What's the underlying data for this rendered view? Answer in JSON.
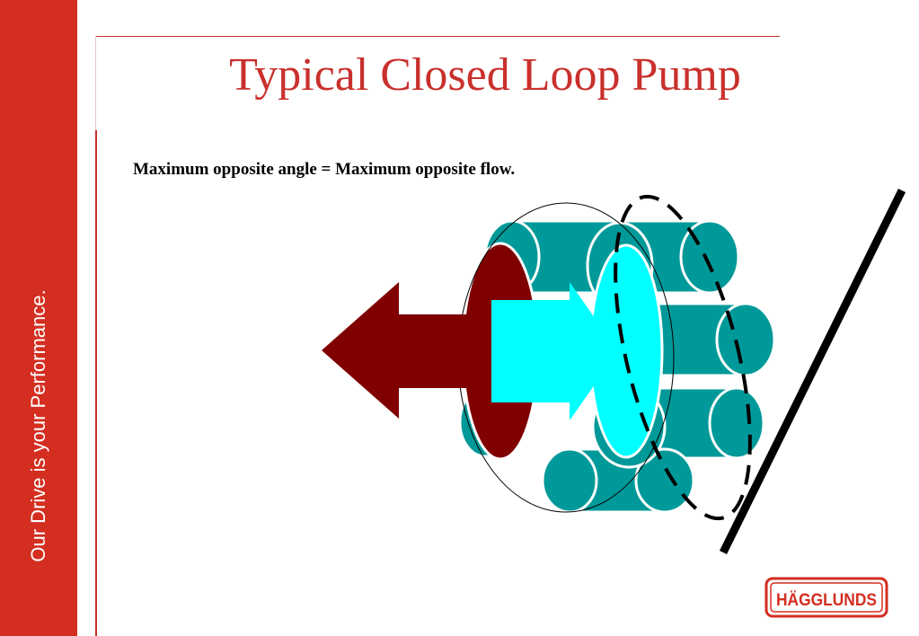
{
  "slide": {
    "title": "Typical Closed Loop Pump",
    "caption": "Maximum opposite angle = Maximum opposite flow.",
    "sidebar_tagline": "Our Drive is your Performance.",
    "logo_text": "HÄGGLUNDS"
  },
  "colors": {
    "brand_red": "#d42e20",
    "title_red": "#c9302c",
    "piston_teal": "#009999",
    "flow_cyan": "#00ffff",
    "flow_dark_red": "#800000",
    "swashplate_black": "#000000"
  }
}
